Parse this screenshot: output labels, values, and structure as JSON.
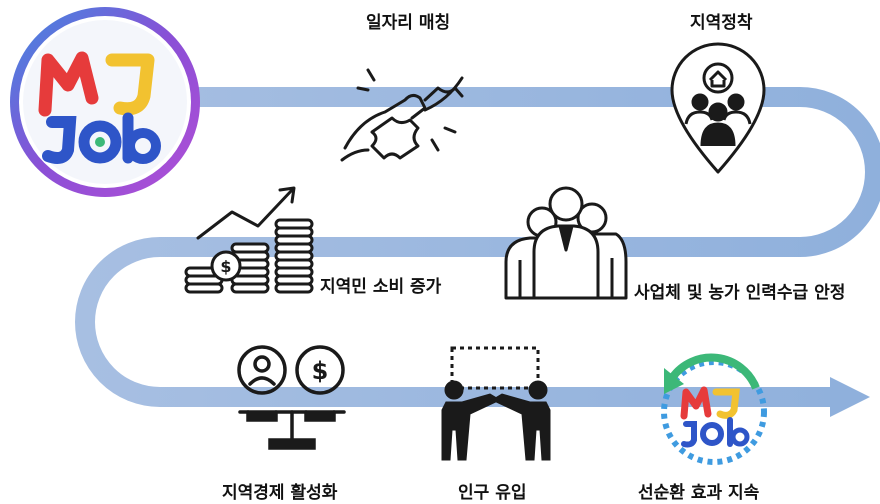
{
  "steps": {
    "matching": "일자리 매칭",
    "settlement": "지역정착",
    "consumption": "지역민 소비 증가",
    "labor": "사업체 및 농가 인력수급 안정",
    "economy": "지역경제 활성화",
    "population": "인구 유입",
    "cycle": "선순환 효과 지속"
  },
  "logo": {
    "line1": "MJ",
    "line2": "Job"
  },
  "colors": {
    "path": "#9bb5db",
    "logo_ring": "#8a4fd6",
    "logo_ring2": "#3f8be0",
    "red": "#e63b3b",
    "blue": "#2e55c8",
    "yellow": "#f2c230",
    "green": "#3cb878",
    "icon": "#1a1a1a"
  },
  "icons": [
    "puzzle-handshake-icon",
    "location-pin-people-icon",
    "money-growth-icon",
    "business-people-icon",
    "scale-icon",
    "people-connect-icon",
    "cycle-logo-icon"
  ]
}
